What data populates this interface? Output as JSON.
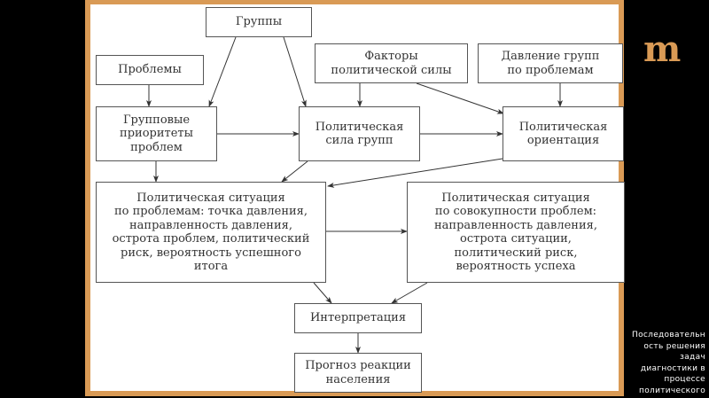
{
  "slide": {
    "logo_glyph": "m",
    "caption": "Последовательность решения задач диагностики в процессе политического",
    "caption_lines": [
      "Последовательн",
      "ость решения",
      "задач",
      "диагностики в",
      "процессе",
      "политического"
    ]
  },
  "diagram": {
    "nodes": {
      "groups": "Группы",
      "problems": "Проблемы",
      "power_factors": "Факторы\nполитической силы",
      "group_pressure": "Давление групп\nпо проблемам",
      "group_priorities": "Групповые\nприоритеты\nпроблем",
      "political_power": "Политическая\nсила групп",
      "political_orientation": "Политическая\nориентация",
      "situation_by_problems": "Политическая ситуация\nпо проблемам: точка давления,\nнаправленность давления,\nострота проблем, политический\nриск, вероятность успешного\nитога",
      "situation_aggregate": "Политическая ситуация\nпо совокупности проблем:\nнаправленность давления,\nострота ситуации,\nполитический риск,\nвероятность успеха",
      "interpretation": "Интерпретация",
      "forecast": "Прогноз реакции\nнаселения"
    },
    "edges": [
      [
        "groups",
        "group_priorities"
      ],
      [
        "groups",
        "political_power"
      ],
      [
        "problems",
        "group_priorities"
      ],
      [
        "power_factors",
        "political_power"
      ],
      [
        "power_factors",
        "political_orientation"
      ],
      [
        "group_pressure",
        "political_orientation"
      ],
      [
        "group_priorities",
        "political_power"
      ],
      [
        "political_power",
        "political_orientation"
      ],
      [
        "group_priorities",
        "situation_by_problems"
      ],
      [
        "political_power",
        "situation_by_problems"
      ],
      [
        "political_orientation",
        "situation_by_problems"
      ],
      [
        "situation_by_problems",
        "situation_aggregate"
      ],
      [
        "situation_by_problems",
        "interpretation"
      ],
      [
        "situation_aggregate",
        "interpretation"
      ],
      [
        "interpretation",
        "forecast"
      ]
    ]
  }
}
